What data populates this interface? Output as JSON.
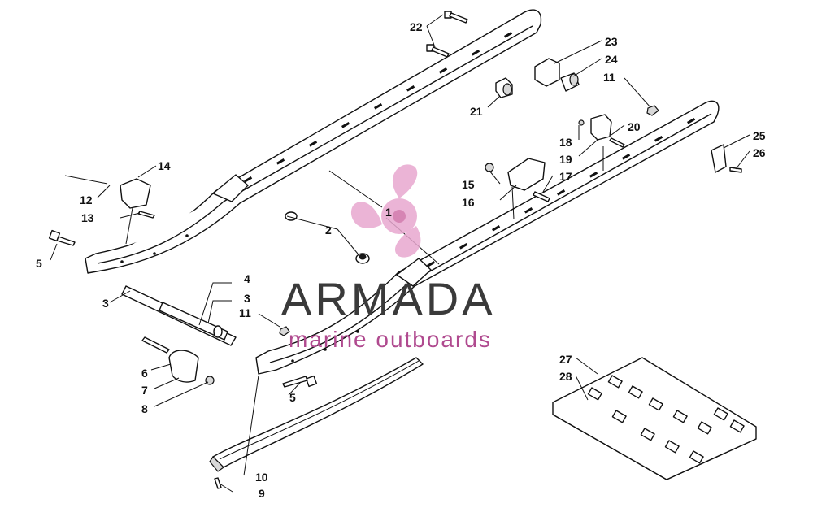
{
  "watermark": {
    "brand": "ARMADA",
    "tagline": "marine outboards",
    "logo_color": "#e8a8d0",
    "brand_color": "#3a3a3a",
    "tagline_color": "#b04a8f"
  },
  "callouts": {
    "c1": "1",
    "c2": "2",
    "c3a": "3",
    "c3b": "3",
    "c4": "4",
    "c5a": "5",
    "c5b": "5",
    "c6": "6",
    "c7": "7",
    "c8": "8",
    "c9": "9",
    "c10": "10",
    "c11a": "11",
    "c11b": "11",
    "c12": "12",
    "c13": "13",
    "c14": "14",
    "c15": "15",
    "c16": "16",
    "c17": "17",
    "c18": "18",
    "c19": "19",
    "c20": "20",
    "c21": "21",
    "c22": "22",
    "c23": "23",
    "c24": "24",
    "c25": "25",
    "c26": "26",
    "c27": "27",
    "c28": "28"
  }
}
